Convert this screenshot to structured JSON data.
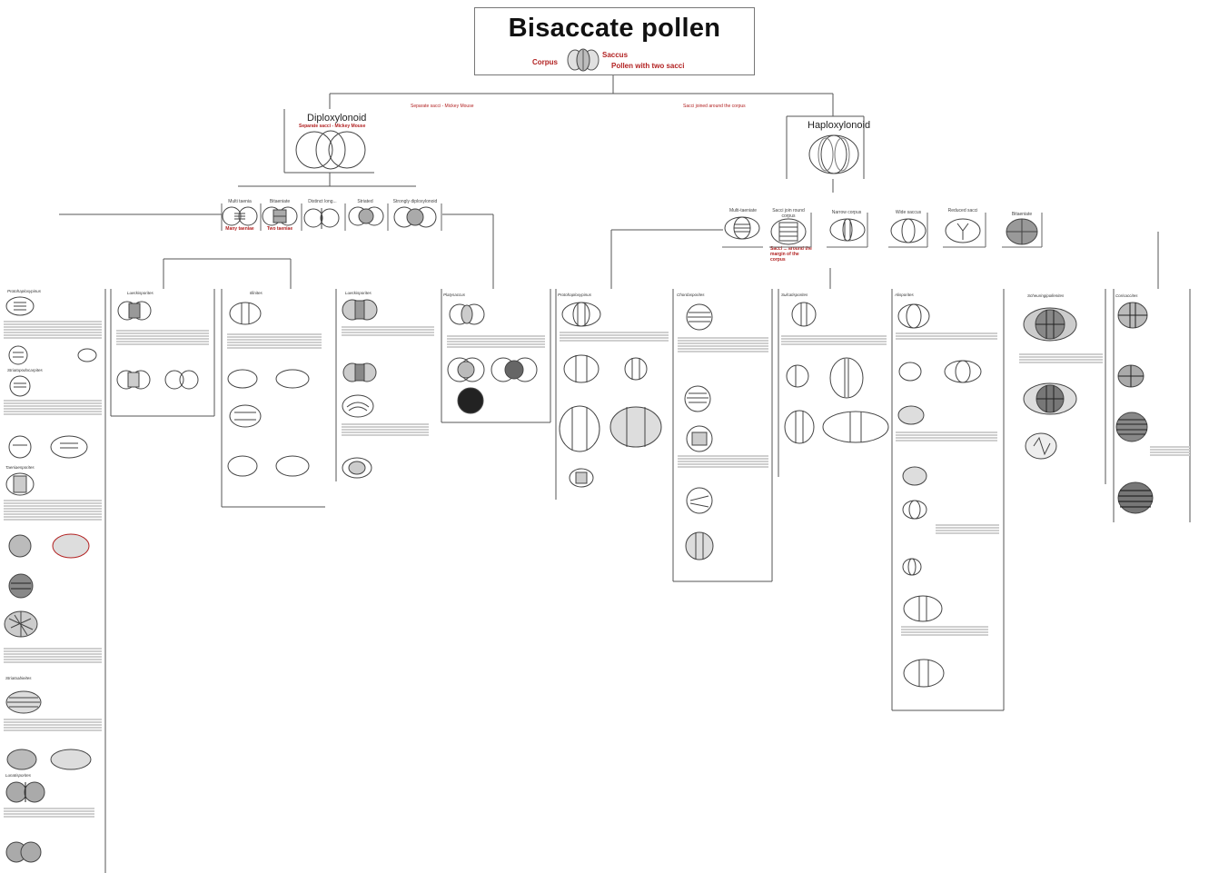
{
  "title": "Bisaccate pollen",
  "header_labels": {
    "corpus": "Corpus",
    "saccus": "Saccus",
    "pollen_with_two_sacci": "Pollen with two sacci"
  },
  "branch_notes": {
    "left": "Separate sacci - Mickey Mouse",
    "right": "Sacci joined around the corpus"
  },
  "diploxylonoid": {
    "name": "Diploxylonoid",
    "subtitle": "Separate sacci - Mickey Mouse"
  },
  "haploxylonoid": {
    "name": "Haploxylonoid"
  },
  "left_categories": [
    {
      "label": "Multi taenia",
      "note": "Many taeniae"
    },
    {
      "label": "Bitaeniate",
      "note": "Two taeniae"
    },
    {
      "label": "Distinct long..."
    },
    {
      "label": "Striated"
    },
    {
      "label": "Strongly diploxylonoid"
    }
  ],
  "right_categories": [
    {
      "label": "Multi-taeniate"
    },
    {
      "label": "Sacci join round corpus",
      "note": "Sacci ... around the margin of the corpus"
    },
    {
      "label": "Narrow corpus"
    },
    {
      "label": "Wide saccus"
    },
    {
      "label": "Reduced sacci"
    },
    {
      "label": "Bitaeniate"
    }
  ],
  "genera": {
    "col_left": [
      "Protohaploxypinus",
      "Striatopodocarpites",
      "Taeniaesporites",
      "Striatoabieites",
      "Lunatisporites"
    ],
    "c2": "Lueckisporites",
    "c3": "Illinites",
    "c4": "Lueckisporites",
    "c5": "Platysaccus",
    "c6": "Protohaploxypinus",
    "c7": "Chordasporites",
    "c8": "Sulcatisporites",
    "c9": "Alisporites",
    "c10": "Scheuringipollenites",
    "c11": "Corisaccites"
  }
}
